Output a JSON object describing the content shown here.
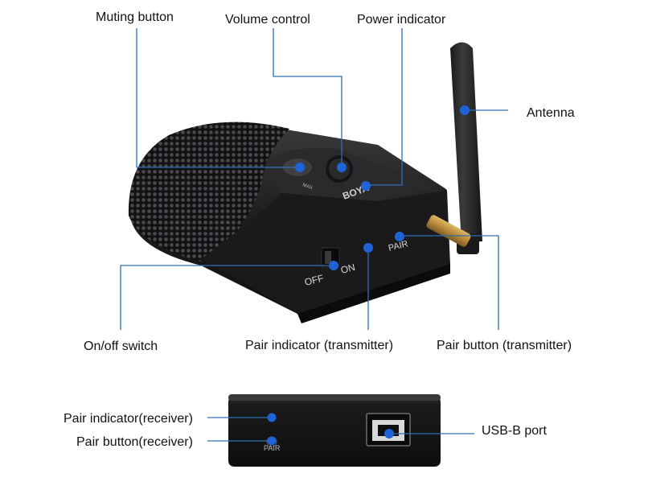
{
  "callouts": {
    "muting_button": "Muting button",
    "volume_control": "Volume control",
    "power_indicator": "Power indicator",
    "antenna": "Antenna",
    "on_off_switch": "On/off switch",
    "pair_indicator_transmitter": "Pair indicator (transmitter)",
    "pair_button_transmitter": "Pair button (transmitter)",
    "pair_indicator_receiver": "Pair indicator(receiver)",
    "pair_button_receiver": "Pair button(receiver)",
    "usb_b_port": "USB-B port"
  },
  "device_markings": {
    "brand": "BOYA",
    "switch_off": "OFF",
    "switch_on": "ON",
    "pair": "PAIR",
    "receiver_pair": "PAIR",
    "knob_max": "MAX"
  },
  "colors": {
    "callout_line": "#2e6fb5",
    "marker_dot": "#1f63d6",
    "device_body": "#1c1c1e",
    "mesh": "#2a2a2c",
    "brass": "#b98a3a"
  }
}
